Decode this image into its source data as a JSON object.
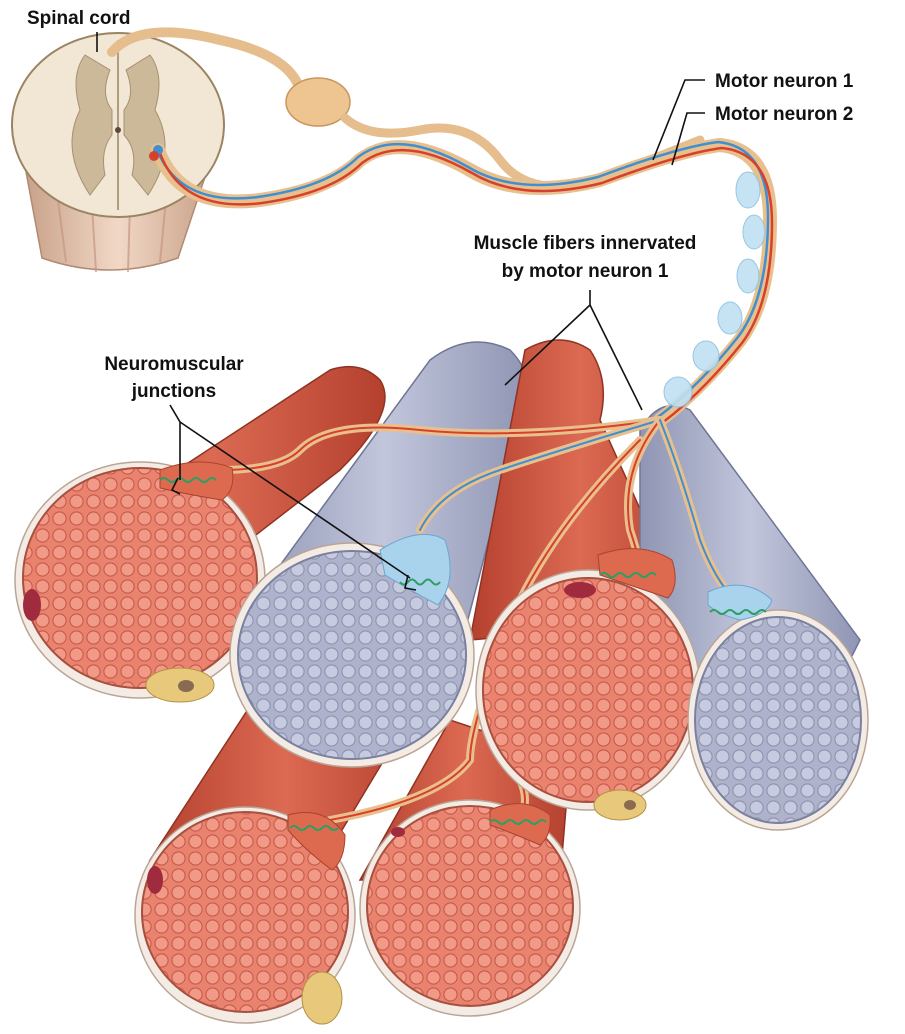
{
  "labels": {
    "spinal_cord": "Spinal cord",
    "motor_neuron_1": "Motor neuron 1",
    "motor_neuron_2": "Motor neuron 2",
    "muscle_fibers_line1": "Muscle fibers innervated",
    "muscle_fibers_line2": "by motor neuron 1",
    "nmj_line1": "Neuromuscular",
    "nmj_line2": "junctions"
  },
  "colors": {
    "muscle_red": "#d9604a",
    "muscle_red_dark": "#b9412f",
    "fiber_gray": "#b7bcd4",
    "fiber_gray_dark": "#8f95b3",
    "myofibril_red": "#ef8a78",
    "myofibril_gray": "#c8cde2",
    "spinal_cord_tan": "#eadcc6",
    "gray_matter": "#cbb99a",
    "neuron_sheath": "#e8c08e",
    "neuron_1_axon": "#3f8fd1",
    "neuron_2_axon": "#d8402a",
    "terminal_blue": "#a9d3ec"
  },
  "icons": [
    "spinal-cord-illustration",
    "motor-neuron-cell-body",
    "muscle-fiber-bundle",
    "neuromuscular-junction"
  ]
}
